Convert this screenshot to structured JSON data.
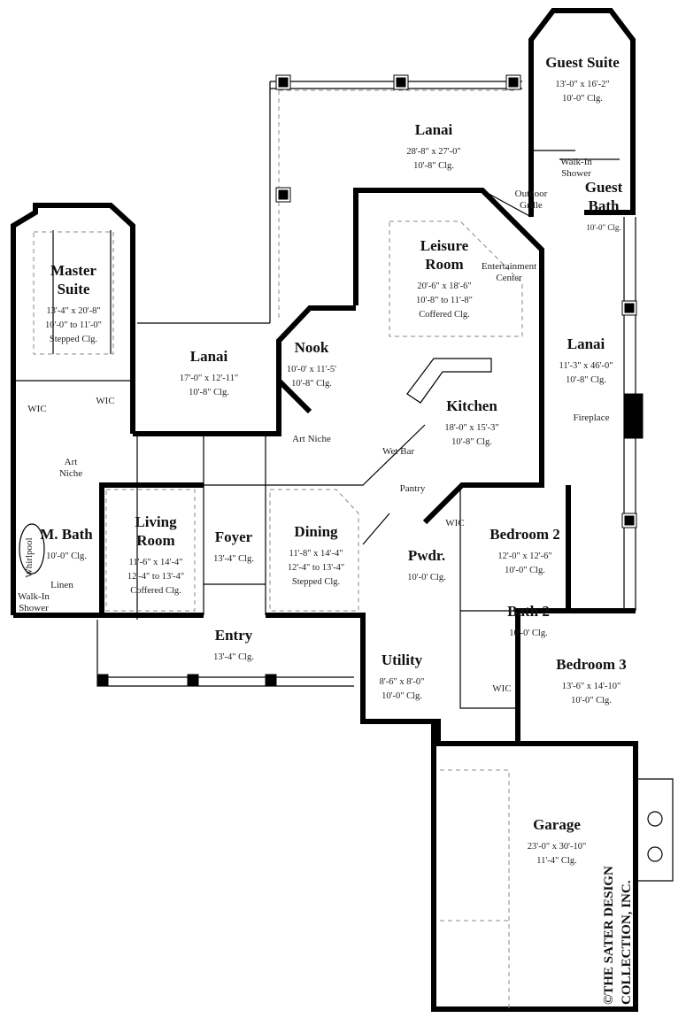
{
  "rooms": [
    {
      "name": [
        "Lanai"
      ],
      "details": [
        "28'-8\" x 27'-0\"",
        "10'-8\" Clg."
      ]
    },
    {
      "name": [
        "Guest Suite"
      ],
      "details": [
        "13'-0\" x 16'-2\"",
        "10'-0\" Clg."
      ]
    },
    {
      "name": [
        "Guest",
        "Bath"
      ],
      "details": [
        "10'-0\" Clg."
      ]
    },
    {
      "name": [
        "Leisure",
        "Room"
      ],
      "details": [
        "20'-6\" x 18'-6\"",
        "10'-8\" to 11'-8\"",
        "Coffered Clg."
      ]
    },
    {
      "name": [
        "Master",
        "Suite"
      ],
      "details": [
        "13'-4\" x 20'-8\"",
        "10'-0\" to 11'-0\"",
        "Stepped Clg."
      ]
    },
    {
      "name": [
        "Lanai"
      ],
      "details": [
        "17'-0\" x 12'-11\"",
        "10'-8\" Clg."
      ]
    },
    {
      "name": [
        "Nook"
      ],
      "details": [
        "10'-0' x 11'-5'",
        "10'-8\" Clg."
      ]
    },
    {
      "name": [
        "Lanai"
      ],
      "details": [
        "11'-3\" x 46'-0\"",
        "10'-8\" Clg."
      ]
    },
    {
      "name": [
        "Kitchen"
      ],
      "details": [
        "18'-0\" x 15'-3\"",
        "10'-8\" Clg."
      ]
    },
    {
      "name": [
        "Living",
        "Room"
      ],
      "details": [
        "11'-6\" x 14'-4\"",
        "12'-4\" to 13'-4\"",
        "Coffered Clg."
      ]
    },
    {
      "name": [
        "Foyer"
      ],
      "details": [
        "13'-4\" Clg."
      ]
    },
    {
      "name": [
        "Dining"
      ],
      "details": [
        "11'-8\" x 14'-4\"",
        "12'-4\" to 13'-4\"",
        "Stepped Clg."
      ]
    },
    {
      "name": [
        "M. Bath"
      ],
      "details": [
        "10'-0\" Clg."
      ]
    },
    {
      "name": [
        "Bedroom 2"
      ],
      "details": [
        "12'-0\" x 12'-6\"",
        "10'-0\" Clg."
      ]
    },
    {
      "name": [
        "Pwdr."
      ],
      "details": [
        "10'-0' Clg."
      ]
    },
    {
      "name": [
        "Bath 2"
      ],
      "details": [
        "10'-0' Clg."
      ]
    },
    {
      "name": [
        "Entry"
      ],
      "details": [
        "13'-4\" Clg."
      ]
    },
    {
      "name": [
        "Utility"
      ],
      "details": [
        "8'-6\" x 8'-0\"",
        "10'-0\" Clg."
      ]
    },
    {
      "name": [
        "Bedroom 3"
      ],
      "details": [
        "13'-6\" x 14'-10\"",
        "10'-0\" Clg."
      ]
    },
    {
      "name": [
        "Garage"
      ],
      "details": [
        "23'-0\" x 30'-10\"",
        "11'-4\" Clg."
      ]
    }
  ],
  "labels": [
    [
      "Walk-In",
      "Shower"
    ],
    [
      "Outdoor",
      "Grille"
    ],
    [
      "Entertainment",
      "Center"
    ],
    [
      "WIC"
    ],
    [
      "WIC"
    ],
    [
      "Art",
      "Niche"
    ],
    [
      "Art Niche"
    ],
    [
      "Fireplace"
    ],
    [
      "Wet Bar"
    ],
    [
      "Pantry"
    ],
    [
      "Whirlpool"
    ],
    [
      "Linen"
    ],
    [
      "Walk-In",
      "Shower"
    ],
    [
      "WIC"
    ],
    [
      "WIC"
    ]
  ],
  "copyright": [
    "©THE SATER DESIGN",
    "COLLECTION, INC."
  ]
}
